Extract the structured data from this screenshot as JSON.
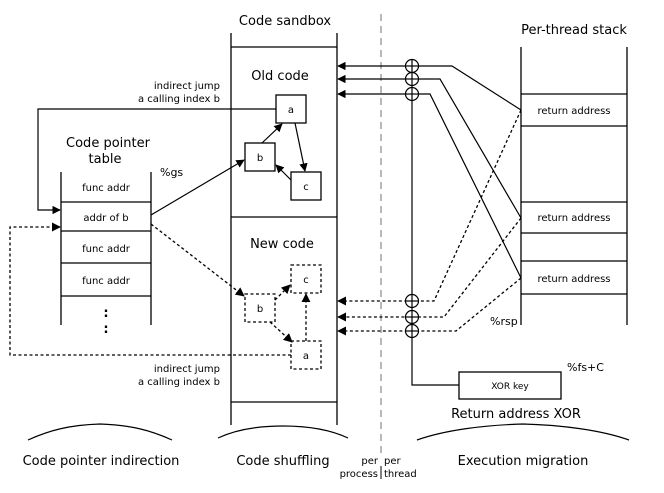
{
  "sandbox": {
    "title": "Code sandbox",
    "old_code": "Old code",
    "new_code": "New code"
  },
  "pointer_table": {
    "title_line1": "Code pointer",
    "title_line2": "table",
    "register": "%gs",
    "rows": [
      "func addr",
      "addr of b",
      "func addr",
      "func addr"
    ],
    "ellipsis": ":"
  },
  "old_blocks": {
    "a": "a",
    "b": "b",
    "c": "c"
  },
  "new_blocks": {
    "a": "a",
    "b": "b",
    "c": "c"
  },
  "jump_top": {
    "line1": "indirect jump",
    "line2": "a calling index b"
  },
  "jump_bottom": {
    "line1": "indirect jump",
    "line2": "a calling index b"
  },
  "stack": {
    "title": "Per-thread stack",
    "rows": [
      "return address",
      "return address",
      "return address"
    ],
    "register": "%rsp"
  },
  "xor": {
    "key_label": "XOR key",
    "register": "%fs+C",
    "caption": "Return address XOR"
  },
  "divider": {
    "left_line1": "per",
    "left_line2": "process",
    "right_line1": "per",
    "right_line2": "thread"
  },
  "sections": {
    "left": "Code pointer indirection",
    "middle": "Code shuffling",
    "right": "Execution migration"
  }
}
